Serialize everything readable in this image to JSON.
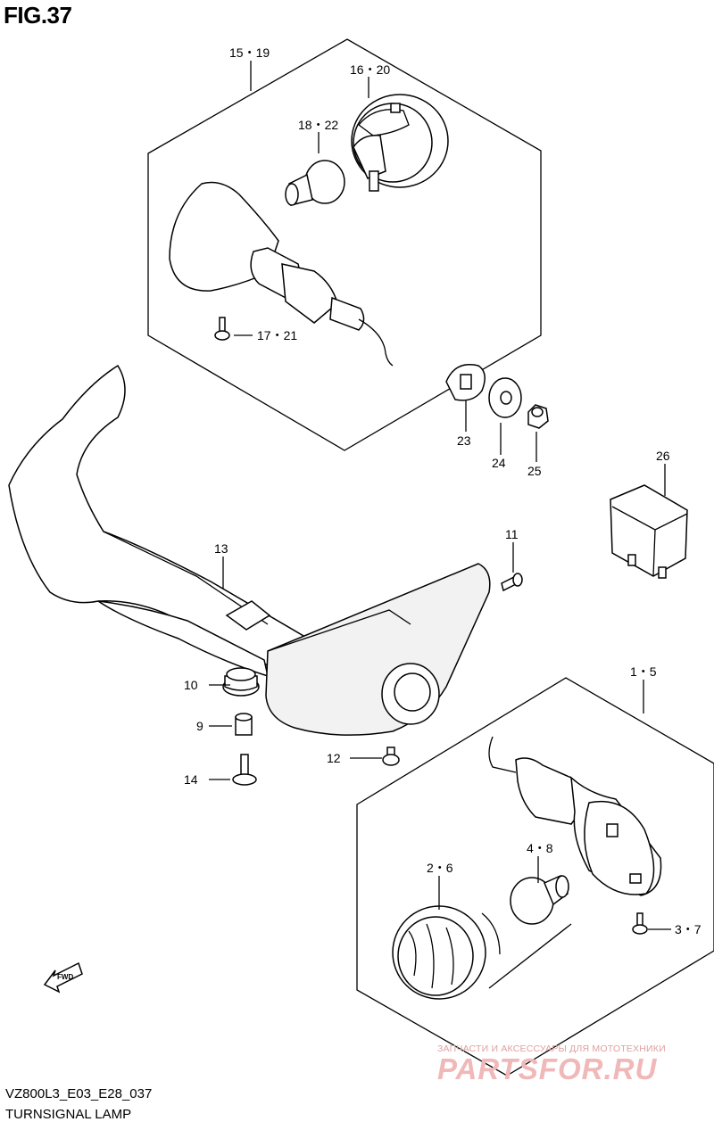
{
  "figure": {
    "title": "FIG.37",
    "model_code": "VZ800L3_E03_E28_037",
    "caption": "TURNSIGNAL LAMP"
  },
  "watermark": {
    "line1": "ЗАПЧАСТИ И АКСЕССУАРЫ ДЛЯ МОТОТЕХНИКИ",
    "line2": "PARTSFOR.RU"
  },
  "direction_marker": "FWD",
  "callouts": {
    "c15_19": "15・19",
    "c16_20": "16・20",
    "c18_22": "18・22",
    "c17_21": "17・21",
    "c23": "23",
    "c24": "24",
    "c25": "25",
    "c26": "26",
    "c13": "13",
    "c11": "11",
    "c10": "10",
    "c9": "9",
    "c14": "14",
    "c12": "12",
    "c1_5": "1・5",
    "c4_8": "4・8",
    "c2_6": "2・6",
    "c3_7": "3・7"
  }
}
